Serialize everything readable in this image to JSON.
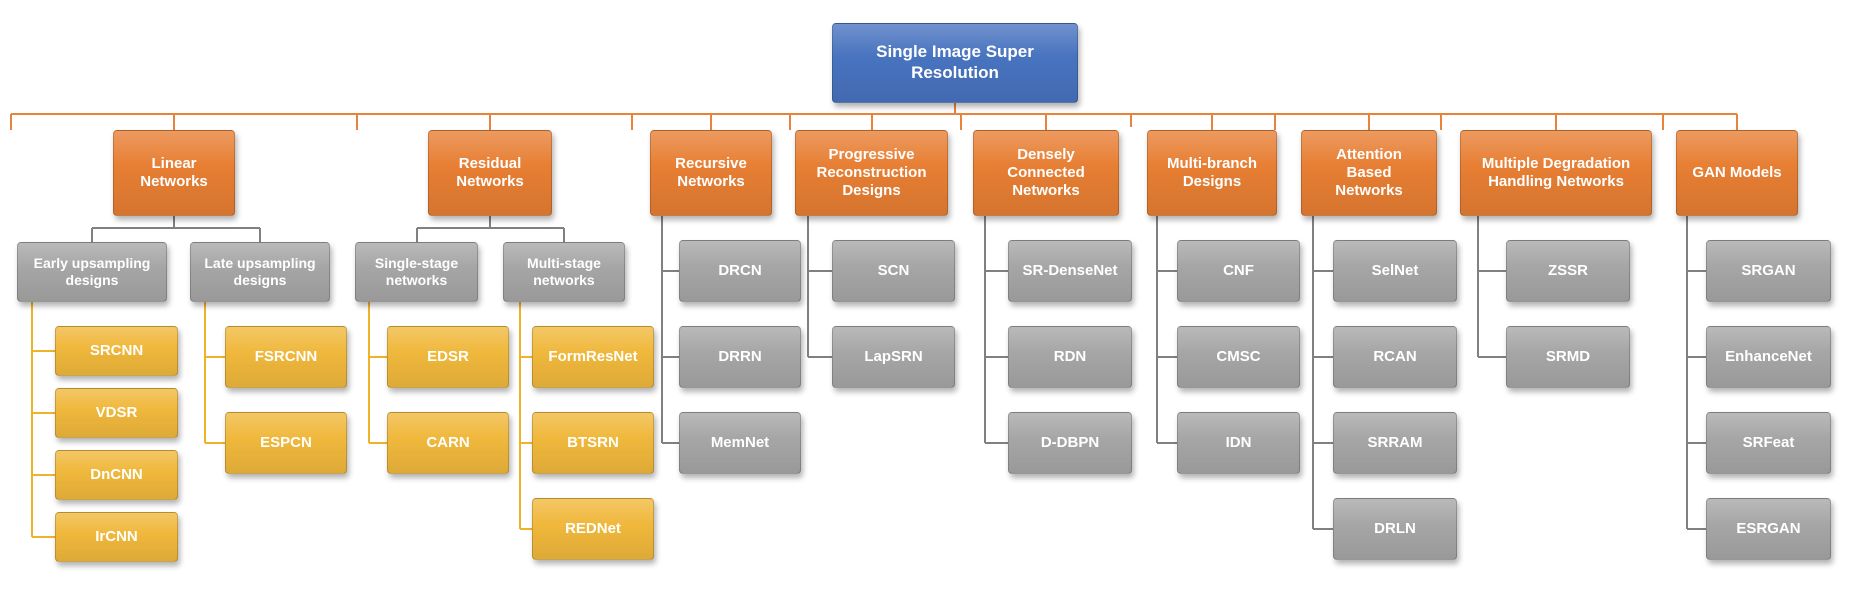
{
  "palette": {
    "root_blue": "#4873BF",
    "category_orange": "#E77E33",
    "gray": "#A6A6A6",
    "yellow": "#F0B83C",
    "line_orange": "#E8833C",
    "line_gray": "#808080",
    "line_yellow": "#EFB328",
    "text": "#FFFFFF"
  },
  "root": {
    "label": "Single Image Super\nResolution"
  },
  "categories": [
    {
      "label": "Linear\nNetworks",
      "subgroups": [
        {
          "label": "Early upsampling\ndesigns",
          "children": [
            "SRCNN",
            "VDSR",
            "DnCNN",
            "IrCNN"
          ]
        },
        {
          "label": "Late upsampling\ndesigns",
          "children": [
            "FSRCNN",
            "ESPCN"
          ]
        }
      ]
    },
    {
      "label": "Residual\nNetworks",
      "subgroups": [
        {
          "label": "Single-stage\nnetworks",
          "children": [
            "EDSR",
            "CARN"
          ]
        },
        {
          "label": "Multi-stage\nnetworks",
          "children": [
            "FormResNet",
            "BTSRN",
            "REDNet"
          ]
        }
      ]
    },
    {
      "label": "Recursive\nNetworks",
      "children": [
        "DRCN",
        "DRRN",
        "MemNet"
      ]
    },
    {
      "label": "Progressive\nReconstruction\nDesigns",
      "children": [
        "SCN",
        "LapSRN"
      ]
    },
    {
      "label": "Densely\nConnected\nNetworks",
      "children": [
        "SR-DenseNet",
        "RDN",
        "D-DBPN"
      ]
    },
    {
      "label": "Multi-branch\nDesigns",
      "children": [
        "CNF",
        "CMSC",
        "IDN"
      ]
    },
    {
      "label": "Attention\nBased\nNetworks",
      "children": [
        "SelNet",
        "RCAN",
        "SRRAM",
        "DRLN"
      ]
    },
    {
      "label": "Multiple Degradation\nHandling Networks",
      "children": [
        "ZSSR",
        "SRMD"
      ]
    },
    {
      "label": "GAN Models",
      "children": [
        "SRGAN",
        "EnhanceNet",
        "SRFeat",
        "ESRGAN"
      ]
    }
  ]
}
